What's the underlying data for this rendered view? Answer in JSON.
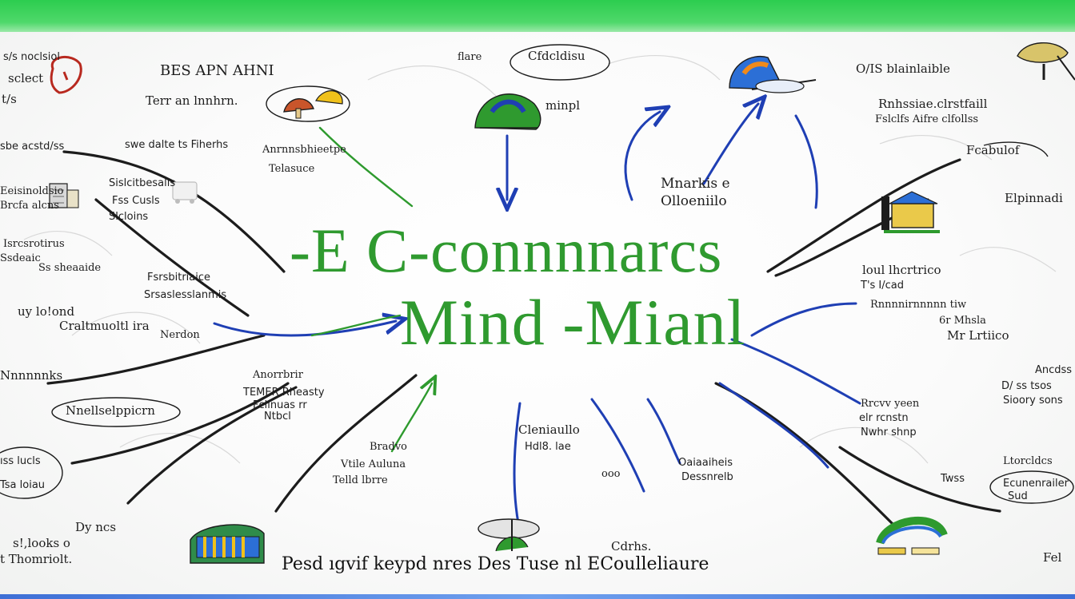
{
  "diagram": {
    "title_line1": "-E C-connnnarcs",
    "title_line2": "Mind -Mianl",
    "footer": "Pesd ıgvif keypd nres Des Tuse  nl ECoulleliaure",
    "colors": {
      "title": "#2f9a2f",
      "branch_dark": "#1c1c1c",
      "branch_blue": "#1f3fb4",
      "branch_green": "#2e9a2e",
      "top_bar": "#2ccd4f",
      "bottom_bar": "#3e6fd6"
    },
    "icons": [
      "mushroom-icon",
      "globe-icon",
      "satellite-dish-icon",
      "tree-icon",
      "shop-icon",
      "storefront-icon",
      "cable-icon",
      "bus-icon",
      "lamp-icon",
      "register-icon"
    ],
    "labels": {
      "tl_1": "s/s noclsiol",
      "tl_2": "sclect",
      "tl_3": "t/s",
      "top_1": "BES APN AHNI",
      "top_2": "Terr an lnnhrn.",
      "top_3": "flare",
      "top_4": "Cfdcldisu",
      "top_5": "minpl",
      "tr_1": "O/IS blainlaible",
      "tr_2": "Rnhssiae.clrstfaill",
      "tr_3": "Fslclfs Aifre clfollss",
      "l_1": "sbe acstd/ss",
      "l_2": "swe dalte ts Fiherhs",
      "l_3": "Anrnnsbhieetpe",
      "l_4": "Telasuce",
      "l_5": "Eeisinoldsio",
      "l_6": "Brcfa alcns",
      "l_7": "Sislcitbesalls",
      "l_8": "Fss Cusls",
      "l_9": "Slcloins",
      "l_10": "Isrcsrotirus",
      "l_11": "Ssdeaic",
      "l_12": "Ss sheaaide",
      "l_13": "Fsrsbitriaice",
      "l_14": "Srsaslesslanmis",
      "l_15": "uy lo!ond",
      "l_16": "Craltmuoltl ira",
      "l_17": "Nnnnnnks",
      "l_18": "Nnellselppicrn",
      "l_19": "Nerdon",
      "l_20": "Anorrbrir",
      "l_21": "TEMER Rheasty",
      "l_22": "Fcllnuas rr",
      "l_23": "Ntbcl",
      "bl_1": "ıss lucls",
      "bl_2": "Tsa loiau",
      "bl_3": "Dy ncs",
      "bl_4": "s!,looks o",
      "bl_5": "t Thomriolt.",
      "b_1": "Bradvo",
      "b_2": "Vtile Auluna",
      "b_3": "Telld lbrre",
      "b_4": "Cleniaullo",
      "b_5": "Hdl8. lae",
      "b_6": "ooo",
      "b_7": "Oaiaaiheis",
      "b_8": "Dessnrelb",
      "b_9": "Cdrhs.",
      "c_1": "Mnarkis e",
      "c_2": "Olloeniilo",
      "r_1": "Fcabulof",
      "r_2": "Elpinnadi",
      "r_3": "loul lhcrtrico",
      "r_4": "T's I/cad",
      "r_5": "Rnnnnirnnnnn tiw",
      "r_6": "6r Mhsla",
      "r_7": "Mr Lrtiico",
      "r_8": "Rrcvv yeen",
      "r_9": "elr rcnstn",
      "r_10": "Nwhr shnp",
      "r_11": "Ancdss",
      "r_12": "D/ ss tsos",
      "r_13": "Sioory sons",
      "r_14": "Ltorcldcs",
      "r_15": "Twss",
      "r_16": "Ecunenrailer",
      "r_17": "Sud",
      "r_18": "Fel"
    }
  }
}
